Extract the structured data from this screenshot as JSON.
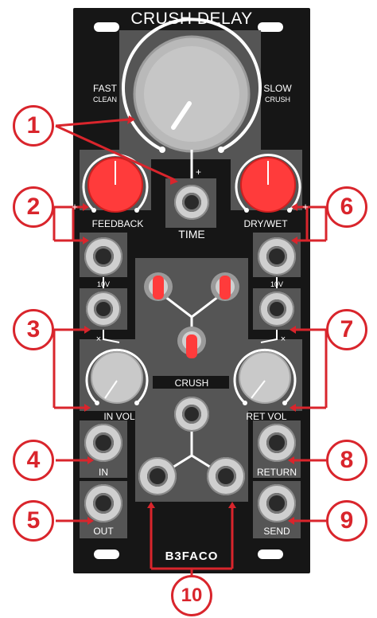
{
  "module": {
    "title": "CRUSH DELAY",
    "brand": "B3FACO",
    "knob_main": {
      "left_label": "FAST",
      "left_sub": "CLEAN",
      "right_label": "SLOW",
      "right_sub": "CRUSH"
    },
    "labels": {
      "time": "TIME",
      "feedback": "FEEDBACK",
      "drywet": "DRY/WET",
      "crush": "CRUSH",
      "in_vol": "IN VOL",
      "ret_vol": "RET VOL",
      "in": "IN",
      "return": "RETURN",
      "out": "OUT",
      "send": "SEND",
      "ten_v_left": "10V",
      "ten_v_right": "10V",
      "plus": "+",
      "times": "×"
    }
  },
  "callouts": [
    "1",
    "2",
    "3",
    "4",
    "5",
    "6",
    "7",
    "8",
    "9",
    "10"
  ],
  "colors": {
    "accent_red": "#d9252c",
    "knob_red": "#ff3b3b",
    "panel": "#161616",
    "section_grey": "#555555"
  }
}
